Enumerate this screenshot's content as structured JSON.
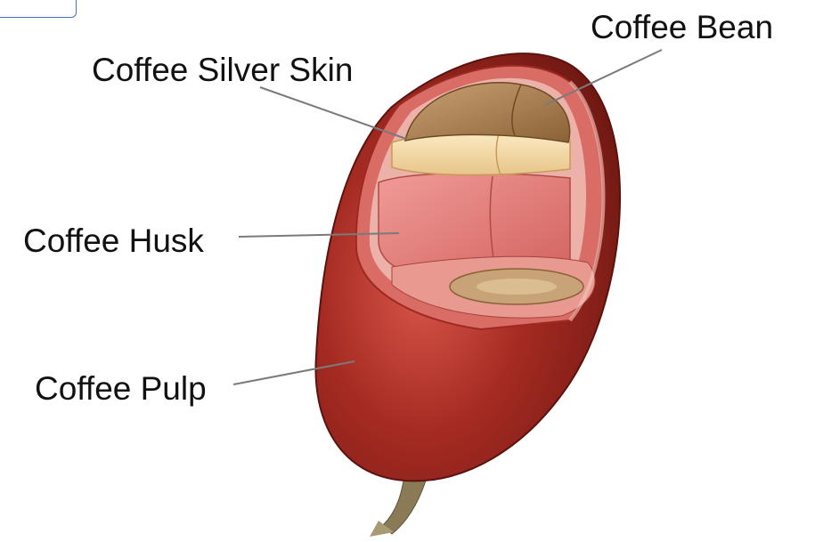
{
  "labels": {
    "coffee_bean": "Coffee Bean",
    "coffee_silver_skin": "Coffee Silver Skin",
    "coffee_husk": "Coffee Husk",
    "coffee_pulp": "Coffee Pulp"
  },
  "colors": {
    "pulp": "#a52b22",
    "pulp_dark": "#7d1c16",
    "husk": "#e07a78",
    "silver_skin": "#f2d9a6",
    "bean": "#a9804f",
    "stem": "#8a7a55",
    "leader_line": "#7a7a7a",
    "frame_border": "#4472c4"
  }
}
